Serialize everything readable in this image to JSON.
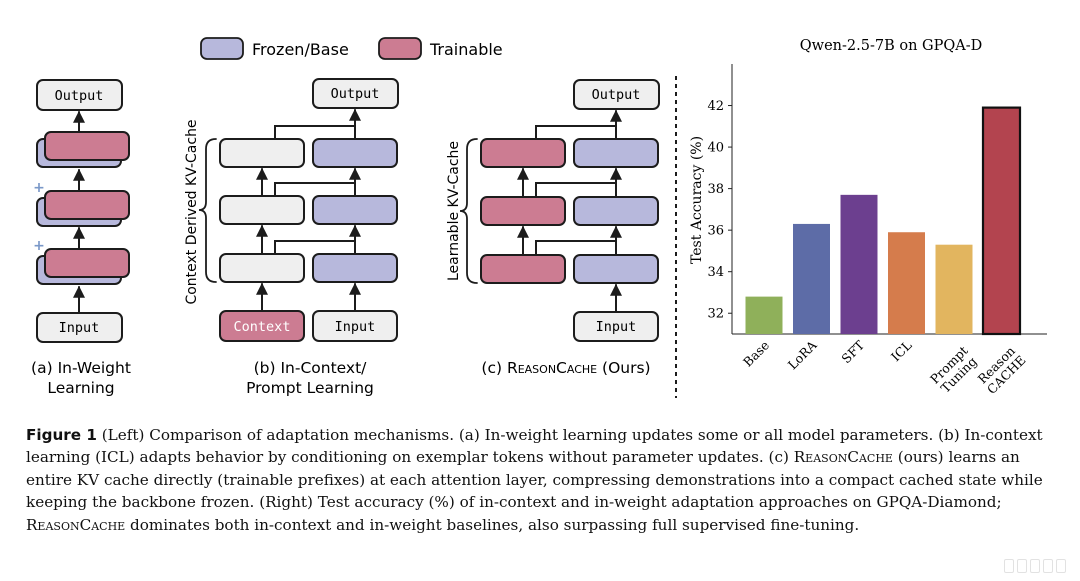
{
  "legend": {
    "frozen": "Frozen/Base",
    "trainable": "Trainable"
  },
  "colors": {
    "frozen": "#b7b8dc",
    "trainable": "#cc7c92",
    "plain": "#efefef",
    "outline": "#1c1c1c"
  },
  "panel_a": {
    "output": "Output",
    "input": "Input",
    "plus": "+",
    "caption_line1": "(a) In-Weight",
    "caption_line2": "Learning"
  },
  "panel_b": {
    "output": "Output",
    "context": "Context",
    "input": "Input",
    "brace_label": "Context Derived KV-Cache",
    "caption_line1": "(b) In-Context/",
    "caption_line2": "Prompt Learning"
  },
  "panel_c": {
    "output": "Output",
    "input": "Input",
    "brace_label": "Learnable KV-Cache",
    "caption_prefix": "(c) ",
    "caption_name": "ReasonCache",
    "caption_suffix": " (Ours)"
  },
  "chart_data": {
    "type": "bar",
    "title": "Qwen-2.5-7B on GPQA-D",
    "ylabel": "Test Accuracy (%)",
    "xlabel": "",
    "ylim": [
      31,
      44
    ],
    "yticks": [
      32,
      34,
      36,
      38,
      40,
      42
    ],
    "grid": false,
    "categories": [
      "Base",
      "LoRA",
      "SFT",
      "ICL",
      "Prompt Tuning",
      "Reason CACHE"
    ],
    "category_lines": [
      [
        "Base"
      ],
      [
        "LoRA"
      ],
      [
        "SFT"
      ],
      [
        "ICL"
      ],
      [
        "Prompt",
        "Tuning"
      ],
      [
        "Reason",
        "CACHE"
      ]
    ],
    "values": [
      32.8,
      36.3,
      37.7,
      35.9,
      35.3,
      41.9
    ],
    "colors": [
      "#8fb05a",
      "#5d6ca7",
      "#6c3f8f",
      "#d57c4c",
      "#e2b55f",
      "#b3444f"
    ]
  },
  "caption": {
    "label": "Figure 1",
    "text_1": " (Left) Comparison of adaptation mechanisms. (a) In-weight learning updates some or all model parameters. (b) In-context learning (ICL) adapts behavior by conditioning on exemplar tokens without parameter updates. (c) ",
    "name_1": "ReasonCache",
    "text_2": " (ours) learns an entire KV cache directly (trainable prefixes) at each attention layer, compressing demonstrations into a compact cached state while keeping the backbone frozen.  (Right) Test accuracy (%) of in-context and in-weight adaptation approaches on GPQA-Diamond; ",
    "name_2": "ReasonCache",
    "text_3": " dominates both in-context and in-weight baselines, also surpassing full supervised fine-tuning."
  }
}
